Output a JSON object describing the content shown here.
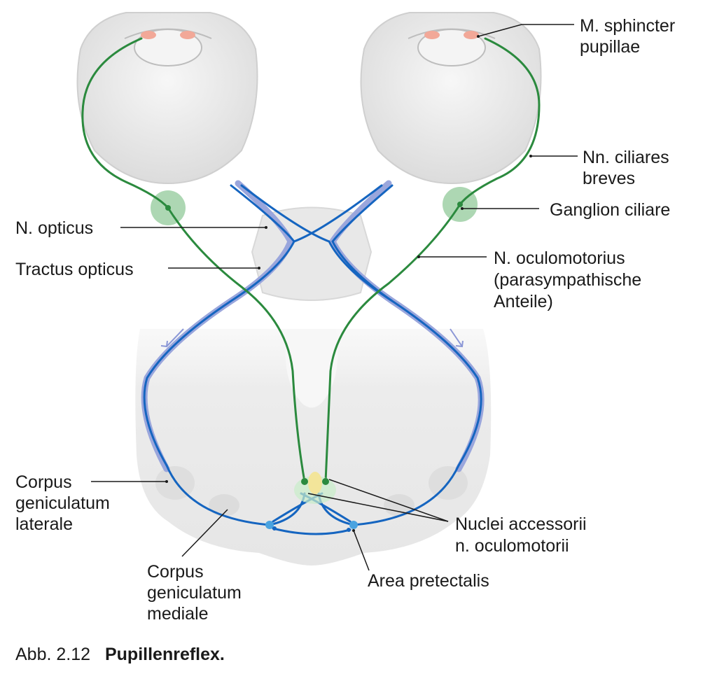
{
  "labels": {
    "sphincter": [
      "M. sphincter",
      "pupillae"
    ],
    "ciliares": [
      "Nn. ciliares",
      "breves"
    ],
    "ganglion": [
      "Ganglion ciliare"
    ],
    "opticus": [
      "N. opticus"
    ],
    "tractus": [
      "Tractus opticus"
    ],
    "oculomotorius": [
      "N. oculomotorius",
      "(parasympathische",
      "Anteile)"
    ],
    "cgl": [
      "Corpus",
      "geniculatum",
      "laterale"
    ],
    "nuclei": [
      "Nuclei accessorii",
      "n. oculomotorii"
    ],
    "pretectalis": [
      "Area pretectalis"
    ],
    "cgm": [
      "Corpus",
      "geniculatum",
      "mediale"
    ]
  },
  "caption": {
    "number": "Abb. 2.12",
    "title": "Pupillenreflex."
  },
  "colors": {
    "parasympathetic": "#2b8a3e",
    "visual": "#1565c0",
    "visual_outline": "#9aa6dc",
    "ganglion": "#9fd0a6",
    "nucleus": "#f3e59a",
    "pretectal_dot": "#4aa3e0",
    "sphincter": "#f2a898",
    "tissue": "#ececec"
  }
}
